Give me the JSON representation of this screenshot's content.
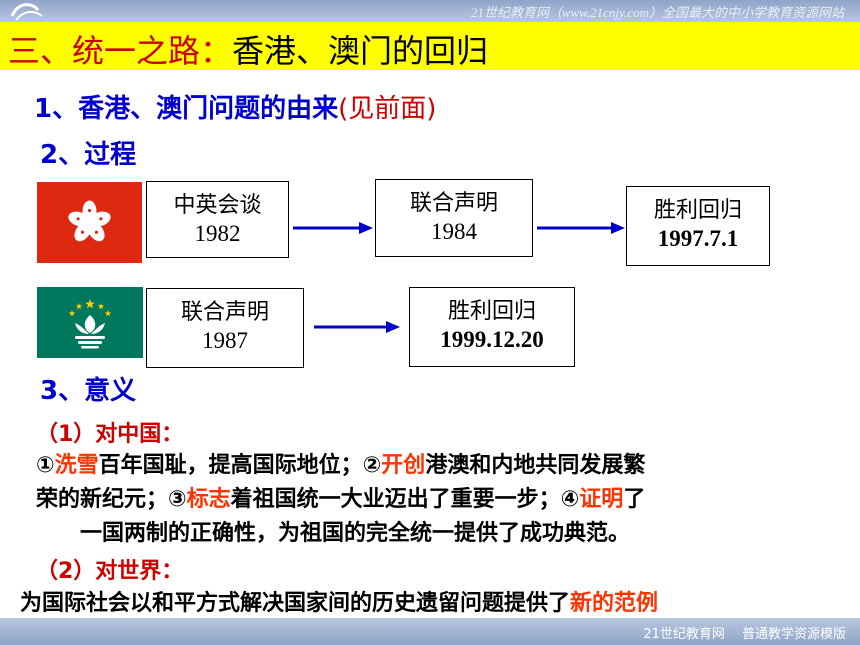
{
  "header": {
    "watermark": "21世纪教育网（www.21cnjy.com）全国最大的中小学教育资源网站",
    "title_prefix": "三、统一之路：",
    "title_rest": "香港、澳门的回归"
  },
  "sections": {
    "s1_text": "1、香港、澳门问题的由来",
    "s1_note": "(见前面)",
    "s2_text": "2、过程",
    "s3_text": "3、意义"
  },
  "hongkong": {
    "flag_icon": "hong-kong-flag-icon",
    "steps": [
      {
        "label": "中英会谈",
        "year": "1982"
      },
      {
        "label": "联合声明",
        "year": "1984"
      },
      {
        "label": "胜利回归",
        "year": "1997.7.1"
      }
    ]
  },
  "macau": {
    "flag_icon": "macau-flag-icon",
    "steps": [
      {
        "label": "联合声明",
        "year": "1987"
      },
      {
        "label": "胜利回归",
        "year": "1999.12.20"
      }
    ]
  },
  "significance": {
    "china_heading": "（1）对中国：",
    "line1": {
      "p1": "①",
      "h1": "洗雪",
      "p2": "百年国耻，提高国际地位；②",
      "h2": "开创",
      "p3": "港澳和内地共同发展繁"
    },
    "line2": {
      "p1": "荣的新纪元；③",
      "h1": "标志",
      "p2": "着祖国统一大业迈出了重要一步；④",
      "h2": "证明",
      "p3": "了"
    },
    "line3": "一国两制的正确性，为祖国的完全统一提供了成功典范。",
    "world_heading": "（2）对世界：",
    "world_text": "为国际社会以和平方式解决国家间的历史遗留问题提供了",
    "world_highlight": "新的范例"
  },
  "footer": {
    "text": "21世纪教育网　 普通教学资源模版"
  },
  "colors": {
    "title_bg": "#ffff00",
    "title_red": "#cc0000",
    "heading_blue": "#0000cc",
    "highlight": "#ff3300",
    "arrow_blue": "#0000cc",
    "hk_flag_red": "#de2910",
    "macau_flag_green": "#00785e"
  }
}
